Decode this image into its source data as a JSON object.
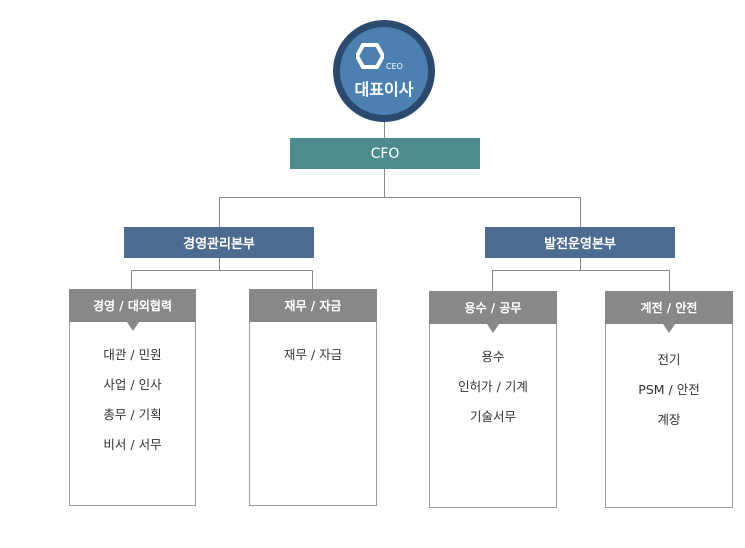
{
  "ceo": {
    "small_label": "CEO",
    "label": "대표이사",
    "logo_icon": "hexagon-icon"
  },
  "cfo": {
    "label": "CFO"
  },
  "divisions": [
    {
      "label": "경영관리본부",
      "teams": [
        {
          "label": "경영 / 대외협력",
          "items": [
            "대관 / 민원",
            "사업 / 인사",
            "총무 / 기획",
            "비서 / 서무"
          ]
        },
        {
          "label": "재무 / 자금",
          "items": [
            "재무 / 자금"
          ]
        }
      ]
    },
    {
      "label": "발전운영본부",
      "teams": [
        {
          "label": "용수 / 공무",
          "items": [
            "용수",
            "인허가 / 기계",
            "기술서무"
          ]
        },
        {
          "label": "계전 / 안전",
          "items": [
            "전기",
            "PSM / 안전",
            "계장"
          ]
        }
      ]
    }
  ],
  "colors": {
    "ceo_ring": "#2c4a6e",
    "ceo_fill": "#4c80b0",
    "cfo_fill": "#4e8b8e",
    "division_fill": "#4b6b91",
    "team_header_fill": "#888888"
  }
}
